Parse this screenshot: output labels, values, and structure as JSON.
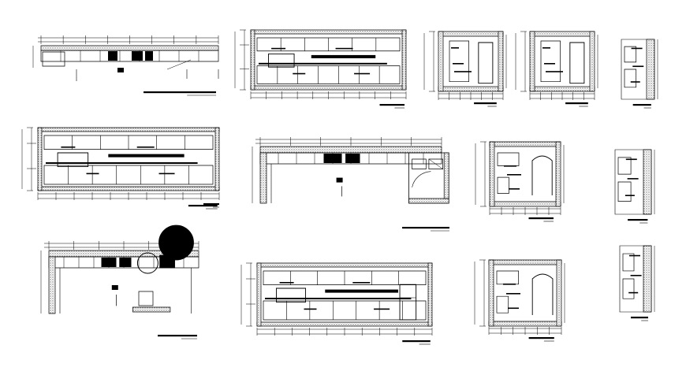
{
  "sheet": {
    "background": "#ffffff",
    "ink": "#000000",
    "hatch": "#9a9a9a",
    "description_drawings": [
      {
        "id": "plan-top-left",
        "kind": "plan"
      },
      {
        "id": "elevation-top-1",
        "kind": "elevation"
      },
      {
        "id": "section-top-2",
        "kind": "section"
      },
      {
        "id": "section-top-3",
        "kind": "section"
      },
      {
        "id": "detail-top-4",
        "kind": "detail"
      },
      {
        "id": "elevation-mid-left",
        "kind": "elevation"
      },
      {
        "id": "plan-mid-center",
        "kind": "plan"
      },
      {
        "id": "section-mid-right",
        "kind": "section"
      },
      {
        "id": "detail-mid-far-right",
        "kind": "detail"
      },
      {
        "id": "plan-bottom-left",
        "kind": "plan"
      },
      {
        "id": "elevation-bottom-center",
        "kind": "elevation"
      },
      {
        "id": "section-bottom-right",
        "kind": "section"
      },
      {
        "id": "detail-bottom-far-right",
        "kind": "detail"
      }
    ]
  }
}
